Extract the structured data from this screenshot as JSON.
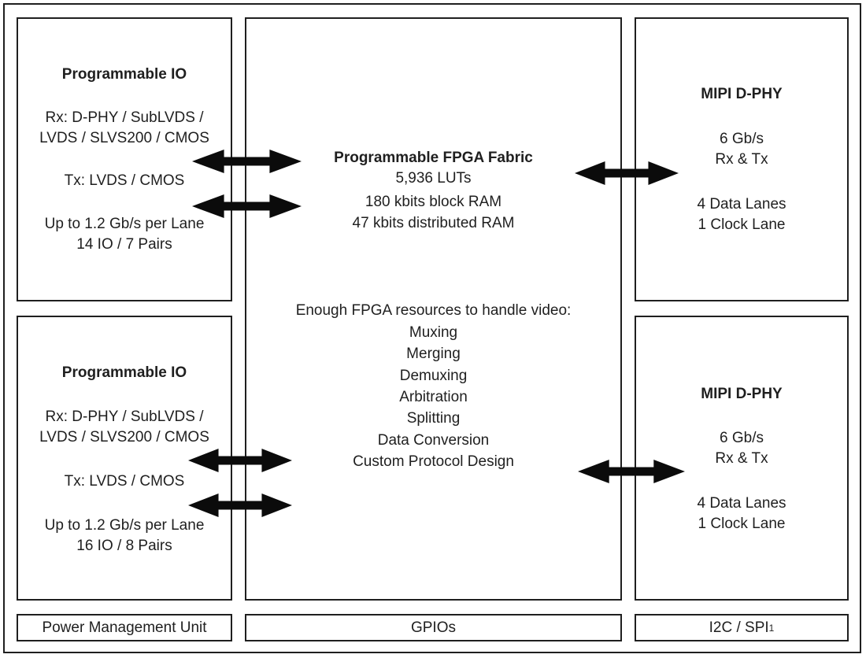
{
  "colors": {
    "ink": "#1f1f1f",
    "background": "#ffffff",
    "arrow": "#0b0b0b"
  },
  "blocks": {
    "prog_io_top": {
      "title": "Programmable IO",
      "rx_line1": "Rx: D-PHY / SubLVDS /",
      "rx_line2": "LVDS / SLVS200 / CMOS",
      "tx_line": "Tx: LVDS / CMOS",
      "rate_line": "Up to 1.2 Gb/s per Lane",
      "pairs_line": "14 IO / 7 Pairs"
    },
    "prog_io_bottom": {
      "title": "Programmable IO",
      "rx_line1": "Rx: D-PHY / SubLVDS /",
      "rx_line2": "LVDS / SLVS200 / CMOS",
      "tx_line": "Tx: LVDS / CMOS",
      "rate_line": "Up to 1.2 Gb/s per Lane",
      "pairs_line": "16 IO / 8 Pairs"
    },
    "fpga_fabric": {
      "title": "Programmable FPGA Fabric",
      "luts": "5,936 LUTs",
      "block_ram": "180 kbits block RAM",
      "distributed_ram": "47 kbits distributed RAM",
      "resources_heading": "Enough FPGA resources to handle video:",
      "capabilities": [
        "Muxing",
        "Merging",
        "Demuxing",
        "Arbitration",
        "Splitting",
        "Data Conversion",
        "Custom Protocol Design"
      ]
    },
    "mipi_top": {
      "title": "MIPI D-PHY",
      "speed": "6 Gb/s",
      "rx_tx": "Rx & Tx",
      "data_lanes": "4 Data Lanes",
      "clock_lane": "1 Clock Lane"
    },
    "mipi_bottom": {
      "title": "MIPI D-PHY",
      "speed": "6 Gb/s",
      "rx_tx": "Rx & Tx",
      "data_lanes": "4 Data Lanes",
      "clock_lane": "1 Clock Lane"
    },
    "pmu": {
      "label": "Power Management Unit"
    },
    "gpio": {
      "label": "GPIOs"
    },
    "i2c_spi": {
      "label": "I2C / SPI",
      "superscript": "1"
    }
  }
}
